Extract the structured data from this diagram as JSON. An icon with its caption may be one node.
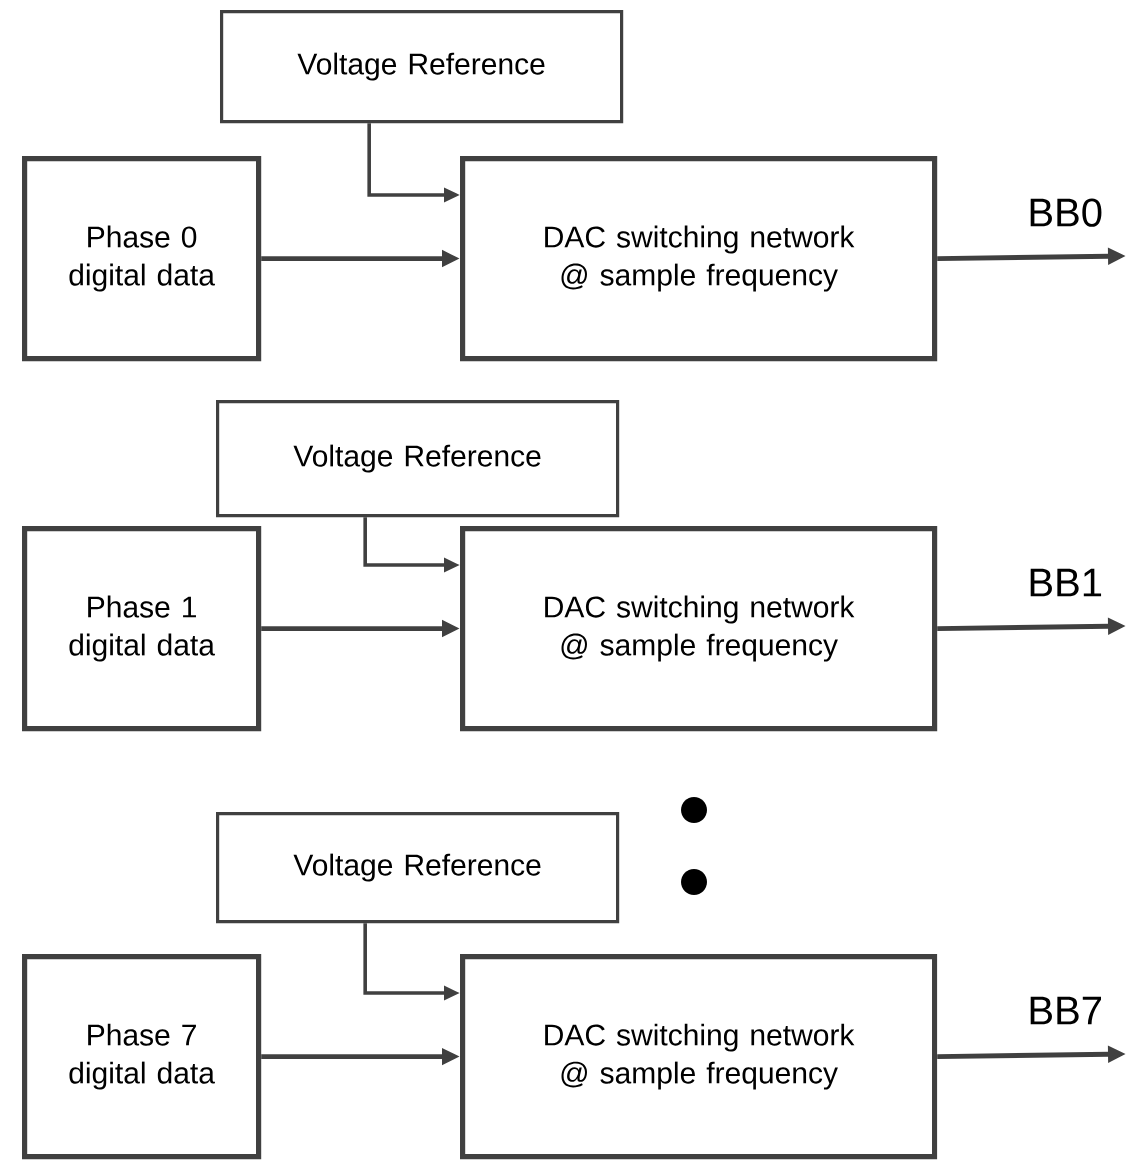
{
  "diagram": {
    "nodes": [
      {
        "text": [
          "Voltage Reference"
        ]
      },
      {
        "text": [
          "Phase 0 digital data"
        ]
      },
      {
        "text": [
          "DAC switching network @ sample frequency"
        ]
      },
      {
        "text": [
          "Voltage Reference"
        ]
      },
      {
        "text": [
          "Phase 1 digital data"
        ]
      },
      {
        "text": [
          "DAC switching network @ sample frequency"
        ]
      },
      {
        "text": [
          "Voltage Reference"
        ]
      },
      {
        "text": [
          "Phase 7 digital data"
        ]
      },
      {
        "text": [
          "DAC switching network @ sample frequency"
        ]
      }
    ],
    "edges": [
      {
        "from": 0,
        "to": 2,
        "arrow": "to"
      },
      {
        "from": 1,
        "to": 2,
        "arrow": "to"
      },
      {
        "from": 2,
        "to": null,
        "arrow": "to",
        "label": "BB0"
      },
      {
        "from": 3,
        "to": 5,
        "arrow": "to"
      },
      {
        "from": 4,
        "to": 5,
        "arrow": "to"
      },
      {
        "from": 5,
        "to": null,
        "arrow": "to",
        "label": "BB1"
      },
      {
        "from": 6,
        "to": 8,
        "arrow": "to"
      },
      {
        "from": 7,
        "to": 8,
        "arrow": "to"
      },
      {
        "from": 8,
        "to": null,
        "arrow": "to",
        "label": "BB7"
      }
    ]
  }
}
